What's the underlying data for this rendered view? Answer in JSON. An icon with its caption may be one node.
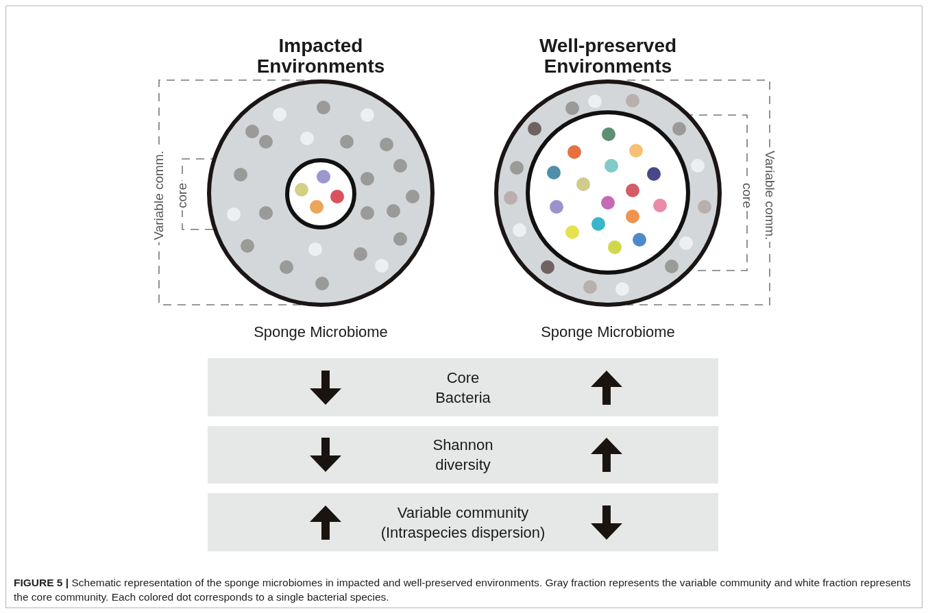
{
  "diagram": {
    "caption": "**FIGURE 5 |** Schematic representation of the sponge microbiomes in impacted and well-preserved environments. Gray fraction represents the variable community and white fraction represents the core community. Each colored dot corresponds to a single bacterial species.",
    "nodes": [
      {
        "text": [
          "Impacted Environments"
        ],
        "beside": [
          "Sponge Microbiome"
        ]
      },
      {
        "text": [],
        "shape": "circle",
        "in": 0
      },
      {
        "text": [
          "Well-preserved Environments"
        ],
        "beside": [
          "Sponge Microbiome"
        ]
      },
      {
        "text": [],
        "shape": "circle",
        "in": 2
      },
      {
        "text": [
          "Core Bacteria"
        ]
      },
      {
        "text": [
          "Shannon diversity"
        ]
      },
      {
        "text": [
          "Variable community (Intraspecies dispersion)"
        ]
      }
    ],
    "labels": [
      "Variable comm.",
      "core",
      "core",
      "Variable comm."
    ]
  }
}
